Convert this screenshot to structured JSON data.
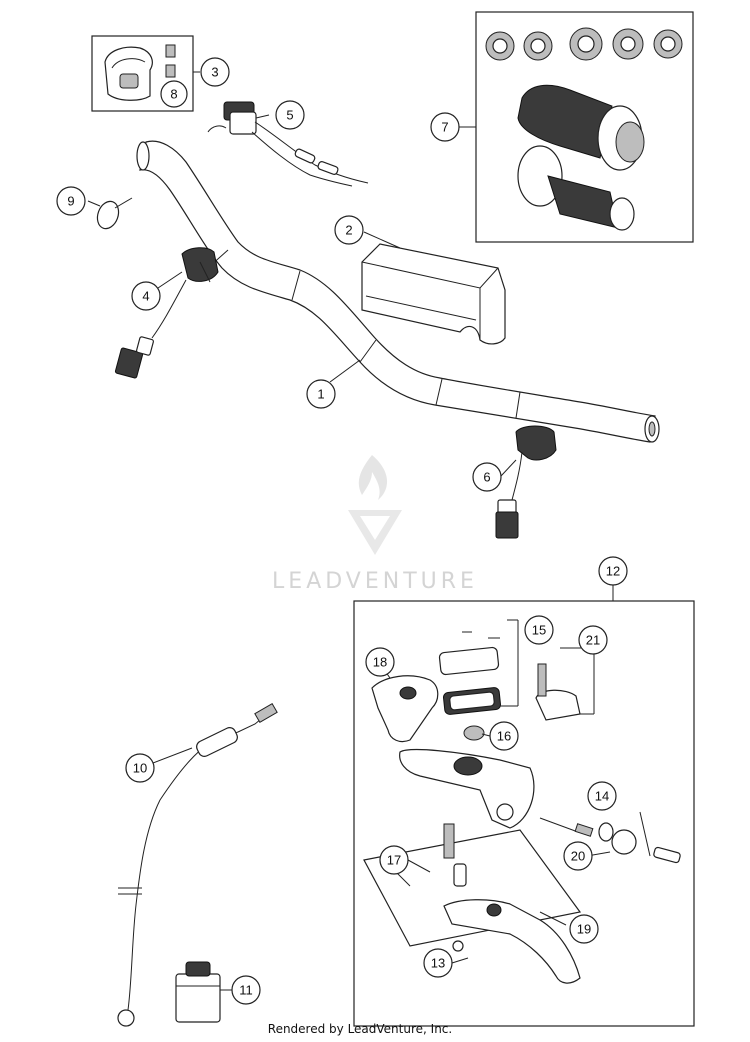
{
  "diagram": {
    "callouts": [
      {
        "id": "c1",
        "label": "1"
      },
      {
        "id": "c2",
        "label": "2"
      },
      {
        "id": "c3",
        "label": "3"
      },
      {
        "id": "c4",
        "label": "4"
      },
      {
        "id": "c5",
        "label": "5"
      },
      {
        "id": "c6",
        "label": "6"
      },
      {
        "id": "c7",
        "label": "7"
      },
      {
        "id": "c8",
        "label": "8"
      },
      {
        "id": "c9",
        "label": "9"
      },
      {
        "id": "c10",
        "label": "10"
      },
      {
        "id": "c11",
        "label": "11"
      },
      {
        "id": "c12",
        "label": "12"
      },
      {
        "id": "c13",
        "label": "13"
      },
      {
        "id": "c14",
        "label": "14"
      },
      {
        "id": "c15",
        "label": "15"
      },
      {
        "id": "c16",
        "label": "16"
      },
      {
        "id": "c17",
        "label": "17"
      },
      {
        "id": "c18",
        "label": "18"
      },
      {
        "id": "c19",
        "label": "19"
      },
      {
        "id": "c20",
        "label": "20"
      },
      {
        "id": "c21",
        "label": "21"
      }
    ]
  },
  "watermark": {
    "text": "LEADVENTURE"
  },
  "footer": {
    "text": "Rendered by LeadVenture, Inc."
  }
}
